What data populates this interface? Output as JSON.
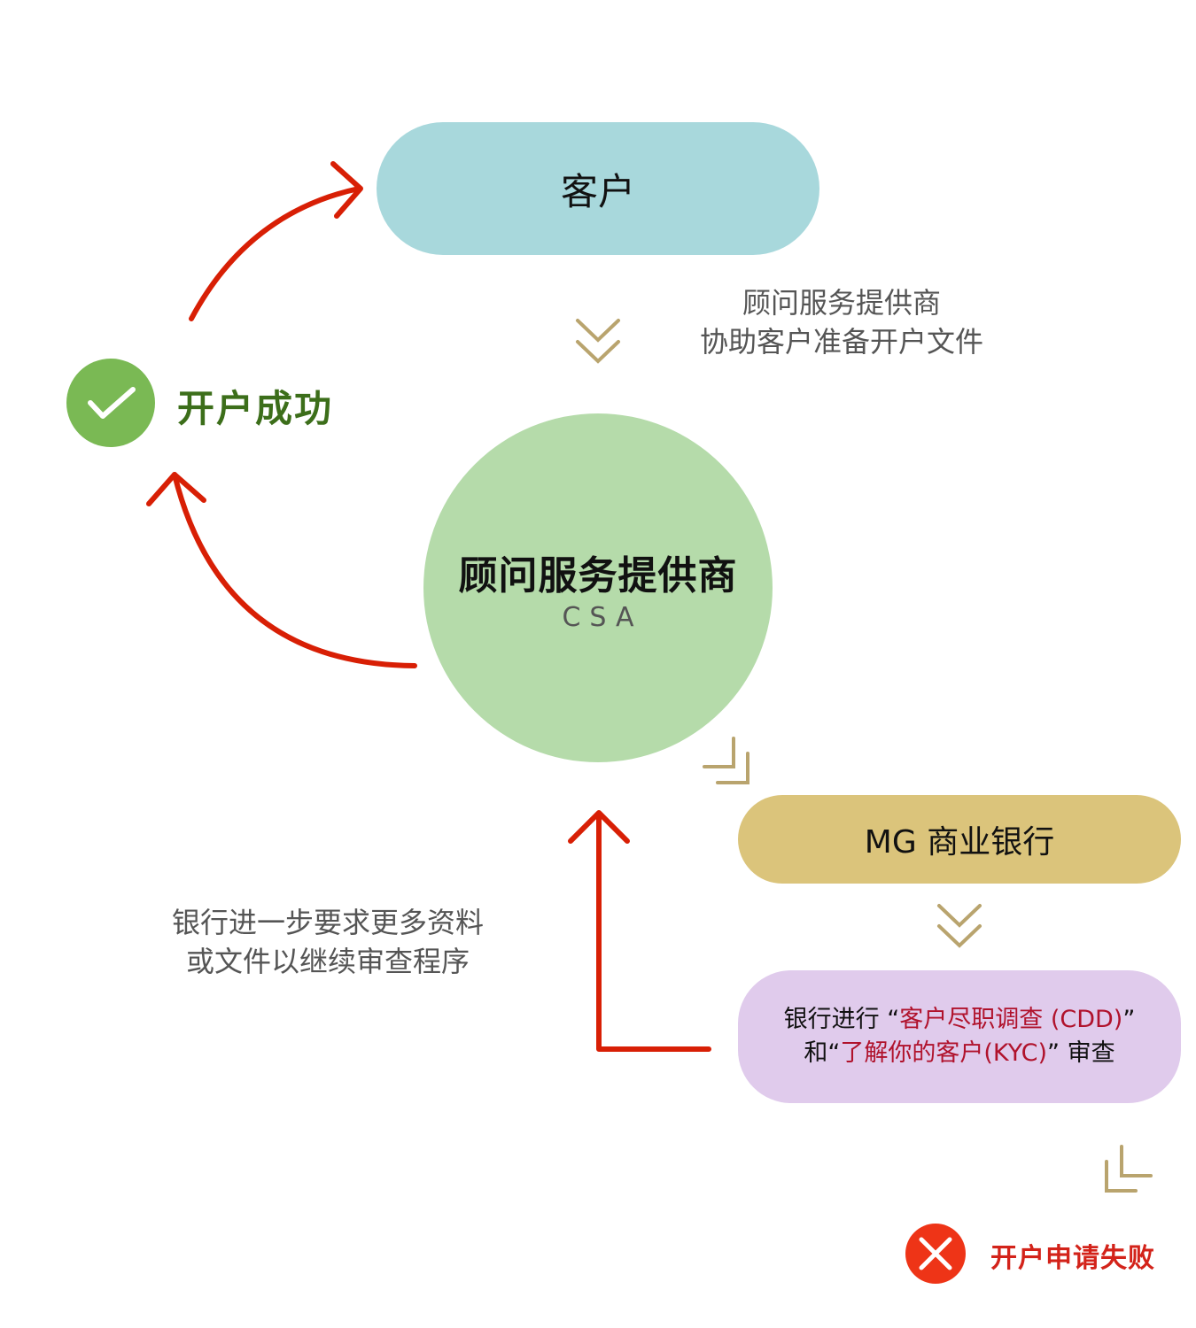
{
  "nodes": {
    "client": {
      "label": "客户",
      "color": "#a8d8dc"
    },
    "csa": {
      "title": "顾问服务提供商",
      "subtitle": "CSA",
      "color": "#b5dbaa"
    },
    "bank": {
      "label": "MG 商业银行",
      "color": "#dbc47b"
    },
    "review": {
      "line1_prefix": "银行进行 “",
      "line1_highlight": "客户尽职调查 (CDD)",
      "line1_suffix": "”",
      "line2_prefix": "和“",
      "line2_highlight": "了解你的客户(KYC)",
      "line2_suffix": "” 审查",
      "color": "#e0cbec",
      "highlight_color": "#b0122c"
    }
  },
  "notes": {
    "prepare": [
      "顾问服务提供商",
      "协助客户准备开户文件"
    ],
    "more_documents": [
      "银行进一步要求更多资料",
      "或文件以继续审查程序"
    ]
  },
  "outcomes": {
    "success": {
      "label": "开户成功",
      "icon": "check-circle-icon",
      "color": "#7ab954",
      "text_color": "#3c6e1a"
    },
    "failure": {
      "label": "开户申请失败",
      "icon": "x-circle-icon",
      "color": "#ee3417",
      "text_color": "#d3231a"
    }
  },
  "colors": {
    "arrow_red": "#d81f05",
    "chevron_gold": "#b9a46e"
  }
}
